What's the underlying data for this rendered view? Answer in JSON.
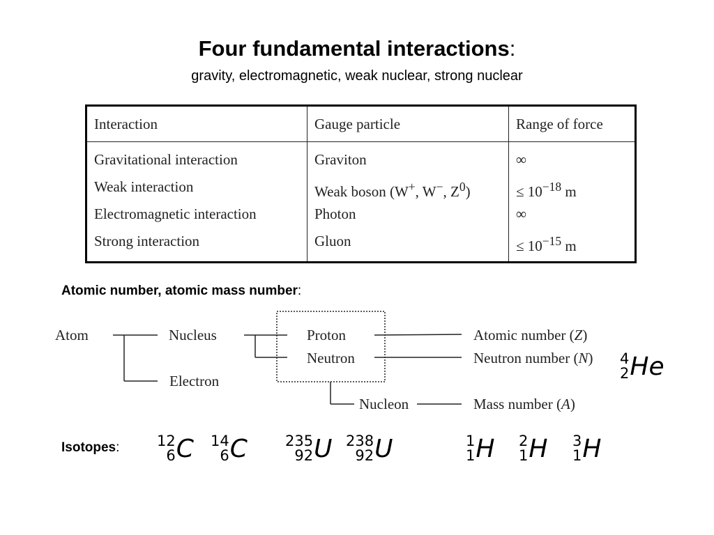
{
  "title": {
    "bold": "Four fundamental interactions",
    "colon": ":"
  },
  "subtitle": "gravity, electromagnetic, weak nuclear, strong nuclear",
  "table": {
    "headers": [
      "Interaction",
      "Gauge particle",
      "Range of force"
    ],
    "interactions": [
      "Gravitational interaction",
      "Weak interaction",
      "Electromagnetic interaction",
      "Strong interaction"
    ],
    "gauge_particles": [
      "Graviton",
      "Weak boson (W",
      "Photon",
      "Gluon"
    ],
    "weak_boson_parts": {
      "w_plus_sup": "+",
      "sep1": ", W",
      "w_minus_sup": "−",
      "sep2": ", Z",
      "z_sup": "0",
      "close": ")"
    },
    "ranges": [
      {
        "prefix": "∞",
        "exp": "",
        "unit": ""
      },
      {
        "prefix": "≤ 10",
        "exp": "−18",
        "unit": " m"
      },
      {
        "prefix": "∞",
        "exp": "",
        "unit": ""
      },
      {
        "prefix": "≤ 10",
        "exp": "−15",
        "unit": " m"
      }
    ]
  },
  "section_atomic": {
    "bold": "Atomic number, atomic mass number",
    "colon": ":"
  },
  "diagram": {
    "atom": "Atom",
    "nucleus": "Nucleus",
    "electron": "Electron",
    "proton": "Proton",
    "neutron": "Neutron",
    "nucleon": "Nucleon",
    "atomic_number": {
      "text": "Atomic number (",
      "var": "Z",
      "close": ")"
    },
    "neutron_number": {
      "text": "Neutron number (",
      "var": "N",
      "close": ")"
    },
    "mass_number": {
      "text": "Mass number (",
      "var": "A",
      "close": ")"
    }
  },
  "example_nuclide": {
    "mass": "4",
    "atomic": "2",
    "symbol": "He"
  },
  "isotopes_label": {
    "bold": "Isotopes",
    "colon": ":"
  },
  "isotopes": [
    {
      "mass": "12",
      "atomic": "6",
      "symbol": "C"
    },
    {
      "mass": "14",
      "atomic": "6",
      "symbol": "C"
    },
    {
      "mass": "235",
      "atomic": "92",
      "symbol": "U"
    },
    {
      "mass": "238",
      "atomic": "92",
      "symbol": "U"
    },
    {
      "mass": "1",
      "atomic": "1",
      "symbol": "H"
    },
    {
      "mass": "2",
      "atomic": "1",
      "symbol": "H"
    },
    {
      "mass": "3",
      "atomic": "1",
      "symbol": "H"
    }
  ]
}
